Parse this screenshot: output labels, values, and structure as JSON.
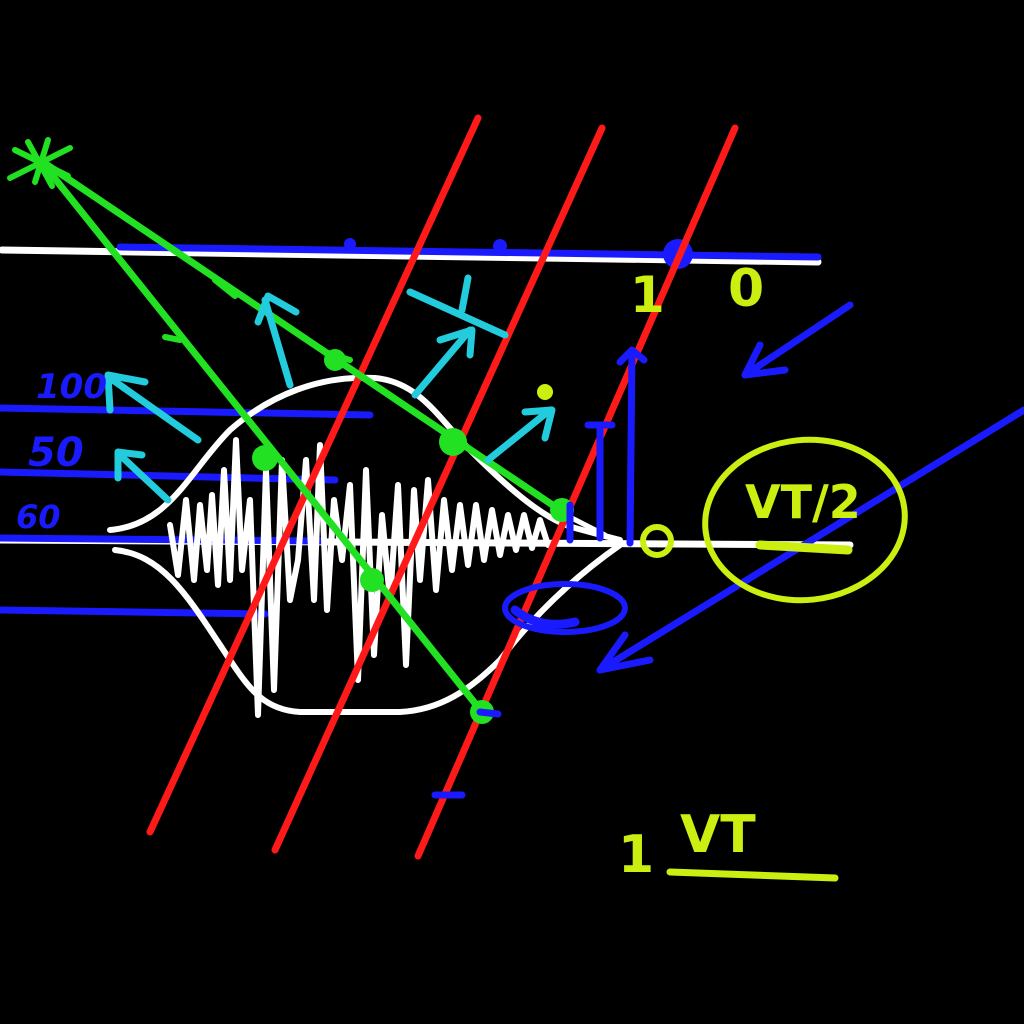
{
  "colors": {
    "background": "#000000",
    "axis_white": "#ffffff",
    "scale_blue": "#1a1aff",
    "ray_red": "#ff1a1a",
    "ray_green": "#22e022",
    "arrow_cyan": "#22ccdd",
    "note_yellow": "#ccee11"
  },
  "labels": {
    "blue_100": "100",
    "blue_50": "50",
    "blue_60": "60",
    "top_one": "1",
    "top_zero": "0",
    "axis_zero": "0",
    "vt_half": "VT/2",
    "bottom_one": "1",
    "bottom_vt": "VT"
  },
  "icons": {
    "source": "asterisk-star-icon",
    "arrows": "arrow-icon"
  }
}
